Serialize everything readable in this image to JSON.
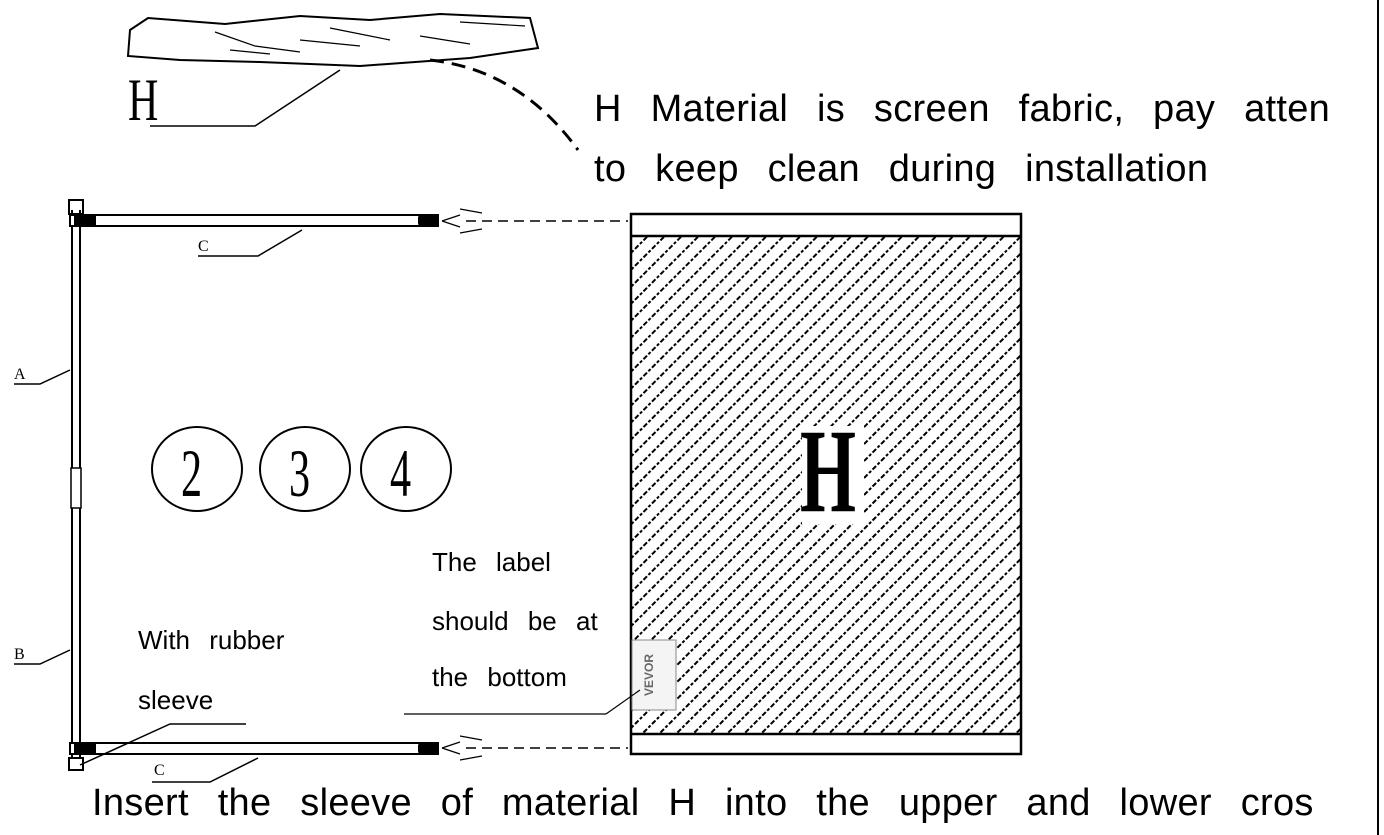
{
  "title_line1": "H  Material  is  screen  fabric,  pay  atten",
  "title_line2": "to  keep  clean  during  installation",
  "bottom_caption": "Insert  the  sleeve  of  material  H  into  the  upper  and  lower  cros",
  "parts": {
    "top_h": "H",
    "big_h": "H",
    "a": "A",
    "b": "B",
    "c_top": "C",
    "c_bottom": "C"
  },
  "steps": [
    "2",
    "3",
    "4"
  ],
  "notes": {
    "rubber_line1": "With  rubber",
    "rubber_line2": "sleeve",
    "label_line1": "The  label",
    "label_line2": "should  be  at",
    "label_line3": "the  bottom"
  },
  "tag_brand": "VEVOR",
  "colors": {
    "ink": "#000000",
    "paper": "#ffffff"
  }
}
